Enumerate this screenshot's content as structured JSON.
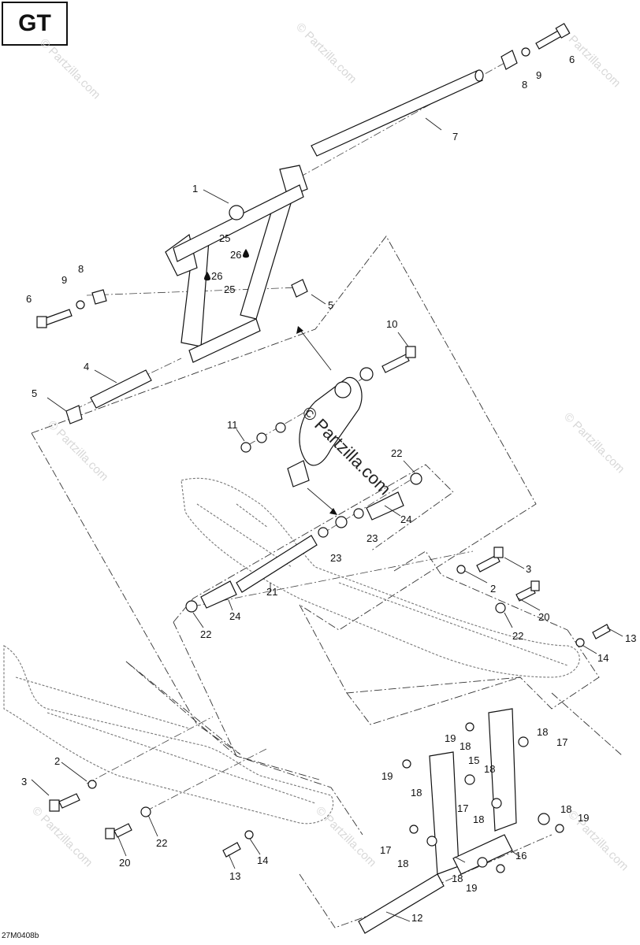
{
  "model_label": "GT",
  "reference_code": "27M0408b",
  "watermark": {
    "text": "© Partzilla.com",
    "center_text": "© Partzilla.com"
  },
  "callouts": [
    {
      "id": "c1",
      "text": "1"
    },
    {
      "id": "c25a",
      "text": "25"
    },
    {
      "id": "c26a",
      "text": "26"
    },
    {
      "id": "c26b",
      "text": "26"
    },
    {
      "id": "c25b",
      "text": "25"
    },
    {
      "id": "c9a",
      "text": "9"
    },
    {
      "id": "c8a",
      "text": "8"
    },
    {
      "id": "c6a",
      "text": "6"
    },
    {
      "id": "c5a",
      "text": "5"
    },
    {
      "id": "c4",
      "text": "4"
    },
    {
      "id": "c5b",
      "text": "5"
    },
    {
      "id": "c6b",
      "text": "6"
    },
    {
      "id": "c9b",
      "text": "9"
    },
    {
      "id": "c8b",
      "text": "8"
    },
    {
      "id": "c7",
      "text": "7"
    },
    {
      "id": "c10",
      "text": "10"
    },
    {
      "id": "c11",
      "text": "11"
    },
    {
      "id": "c22a",
      "text": "22"
    },
    {
      "id": "c24a",
      "text": "24"
    },
    {
      "id": "c23a",
      "text": "23"
    },
    {
      "id": "c23b",
      "text": "23"
    },
    {
      "id": "c21",
      "text": "21"
    },
    {
      "id": "c24b",
      "text": "24"
    },
    {
      "id": "c22b",
      "text": "22"
    },
    {
      "id": "c3a",
      "text": "3"
    },
    {
      "id": "c2a",
      "text": "2"
    },
    {
      "id": "c20a",
      "text": "20"
    },
    {
      "id": "c22c",
      "text": "22"
    },
    {
      "id": "c13a",
      "text": "13"
    },
    {
      "id": "c14a",
      "text": "14"
    },
    {
      "id": "c2b",
      "text": "2"
    },
    {
      "id": "c3b",
      "text": "3"
    },
    {
      "id": "c22d",
      "text": "22"
    },
    {
      "id": "c20b",
      "text": "20"
    },
    {
      "id": "c14b",
      "text": "14"
    },
    {
      "id": "c13b",
      "text": "13"
    },
    {
      "id": "c19a",
      "text": "19"
    },
    {
      "id": "c18a",
      "text": "18"
    },
    {
      "id": "c18b",
      "text": "18"
    },
    {
      "id": "c17a",
      "text": "17"
    },
    {
      "id": "c19b",
      "text": "19"
    },
    {
      "id": "c15",
      "text": "15"
    },
    {
      "id": "c18c",
      "text": "18"
    },
    {
      "id": "c18d",
      "text": "18"
    },
    {
      "id": "c17b",
      "text": "17"
    },
    {
      "id": "c18e",
      "text": "18"
    },
    {
      "id": "c18f",
      "text": "18"
    },
    {
      "id": "c19c",
      "text": "19"
    },
    {
      "id": "c17c",
      "text": "17"
    },
    {
      "id": "c18g",
      "text": "18"
    },
    {
      "id": "c16",
      "text": "16"
    },
    {
      "id": "c18h",
      "text": "18"
    },
    {
      "id": "c19d",
      "text": "19"
    },
    {
      "id": "c12",
      "text": "12"
    }
  ]
}
